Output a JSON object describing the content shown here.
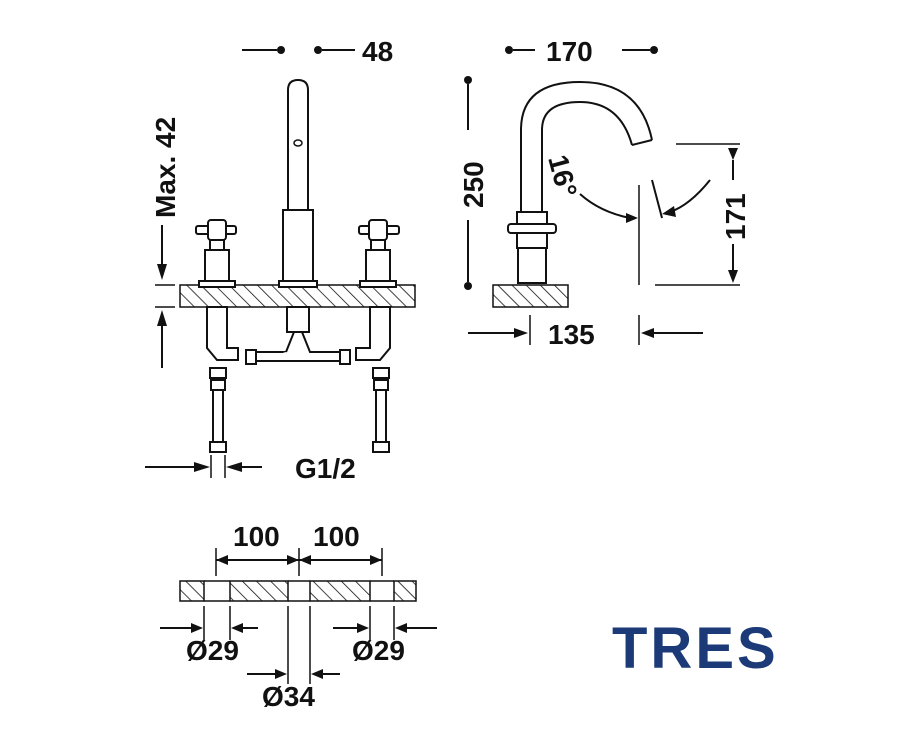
{
  "dimensions": {
    "spout_diameter": "48",
    "spout_reach": "170",
    "max_deck_thickness": "Max. 42",
    "total_height": "250",
    "spout_angle": "16°",
    "spout_outlet_height": "171",
    "spout_projection": "135",
    "connection_thread": "G1/2",
    "center_distance_left": "100",
    "center_distance_right": "100",
    "hole_left": "Ø29",
    "hole_right": "Ø29",
    "hole_center": "Ø34"
  },
  "logo": {
    "text": "TRES",
    "color": "#1c3a78"
  },
  "colors": {
    "line": "#111111",
    "background": "#ffffff"
  }
}
